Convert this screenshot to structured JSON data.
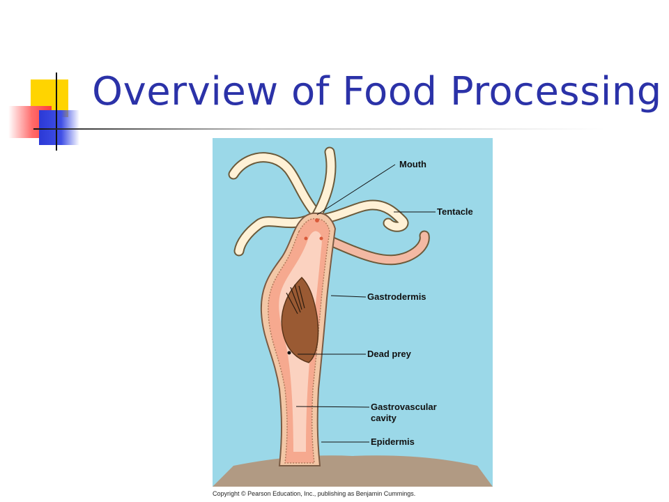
{
  "slide": {
    "title": "Overview of Food Processing"
  },
  "diagram": {
    "labels": {
      "mouth": "Mouth",
      "tentacle": "Tentacle",
      "gastrodermis": "Gastrodermis",
      "dead_prey": "Dead prey",
      "gastrovascular_1": "Gastrovascular",
      "gastrovascular_2": "cavity",
      "epidermis": "Epidermis"
    },
    "copyright": "Copyright © Pearson Education, Inc., publishing as Benjamin Cummings.",
    "colors": {
      "background": "#9bd8e8",
      "body": "#f6a98f",
      "cavity": "#fbd2c0",
      "tentacle": "#fff1d6",
      "prey": "#9a5a33",
      "title": "#2b32a8"
    }
  }
}
